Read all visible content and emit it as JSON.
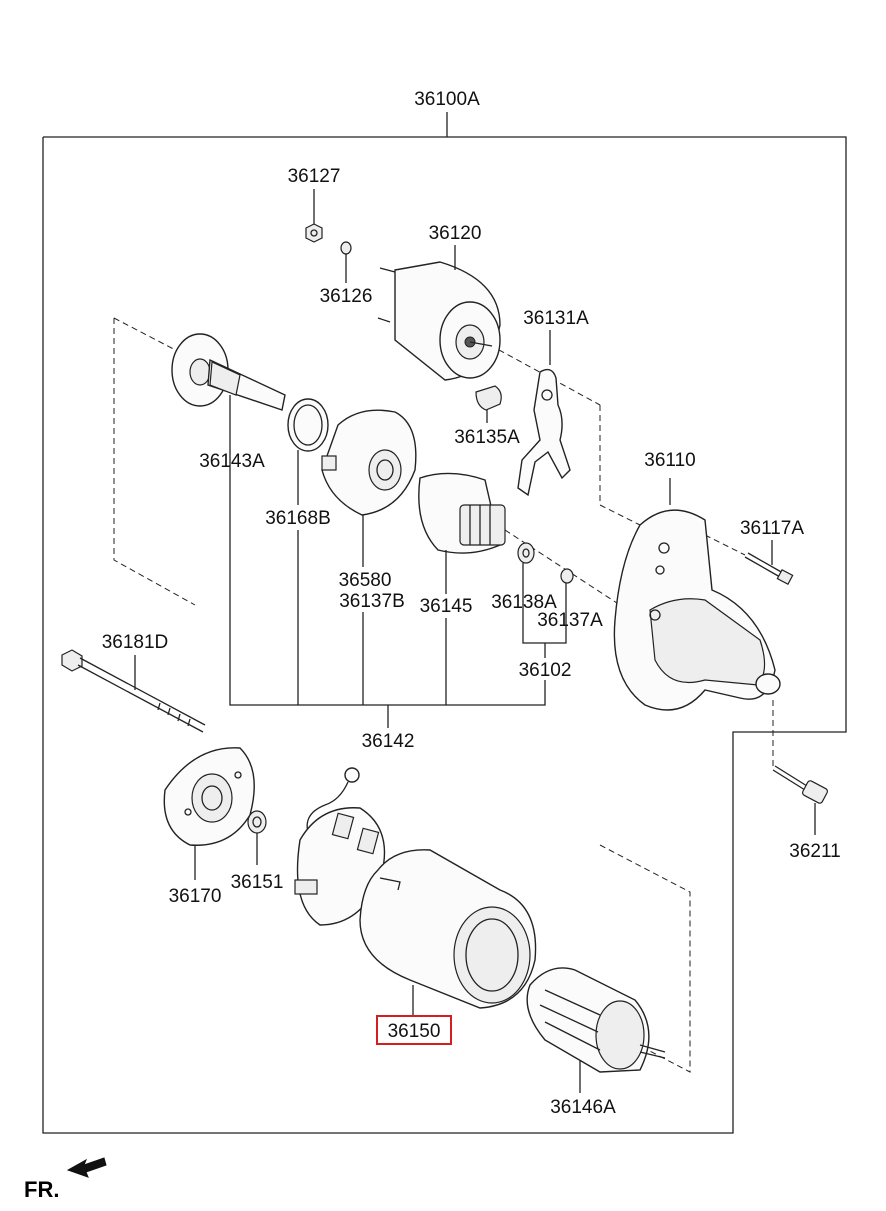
{
  "diagram": {
    "assembly_label": "36100A",
    "direction_label": "FR.",
    "highlight_color": "#d21f1f",
    "parts": {
      "p36127": "36127",
      "p36120": "36120",
      "p36126": "36126",
      "p36131A": "36131A",
      "p36135A": "36135A",
      "p36143A": "36143A",
      "p36110": "36110",
      "p36168B": "36168B",
      "p36117A": "36117A",
      "p36580": "36580",
      "p36137B": "36137B",
      "p36145": "36145",
      "p36138A": "36138A",
      "p36137A": "36137A",
      "p36181D": "36181D",
      "p36102": "36102",
      "p36142": "36142",
      "p36211": "36211",
      "p36170": "36170",
      "p36151": "36151",
      "p36150": "36150",
      "p36146A": "36146A"
    },
    "highlighted_part": "36150"
  }
}
